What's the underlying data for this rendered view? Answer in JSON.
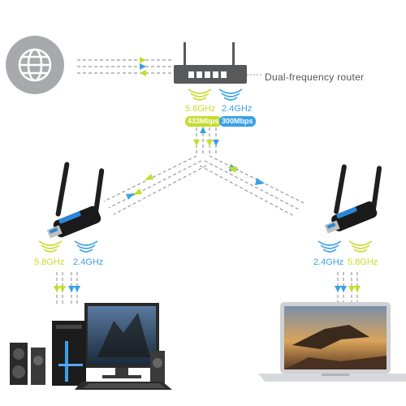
{
  "router": {
    "label": "Dual-frequency router"
  },
  "bands": {
    "band_5g": {
      "freq": "5.8GHz",
      "speed": "433Mbps",
      "color": "#c6dc2a"
    },
    "band_24g": {
      "freq": "2.4GHz",
      "speed": "300Mbps",
      "color": "#3aa0e6"
    }
  },
  "left_adapter": {
    "freq_a": "5.8GHz",
    "freq_b": "2.4GHz"
  },
  "right_adapter": {
    "freq_a": "2.4GHz",
    "freq_b": "5.8GHz"
  },
  "colors": {
    "link_dash": "#9a9a9a",
    "globe_bg": "#a7a9ac",
    "router_body": "#58595b"
  },
  "icons": [
    "globe-icon",
    "router-icon",
    "wifi-signal-icon",
    "usb-adapter-icon",
    "desktop-computer-icon",
    "laptop-icon"
  ]
}
